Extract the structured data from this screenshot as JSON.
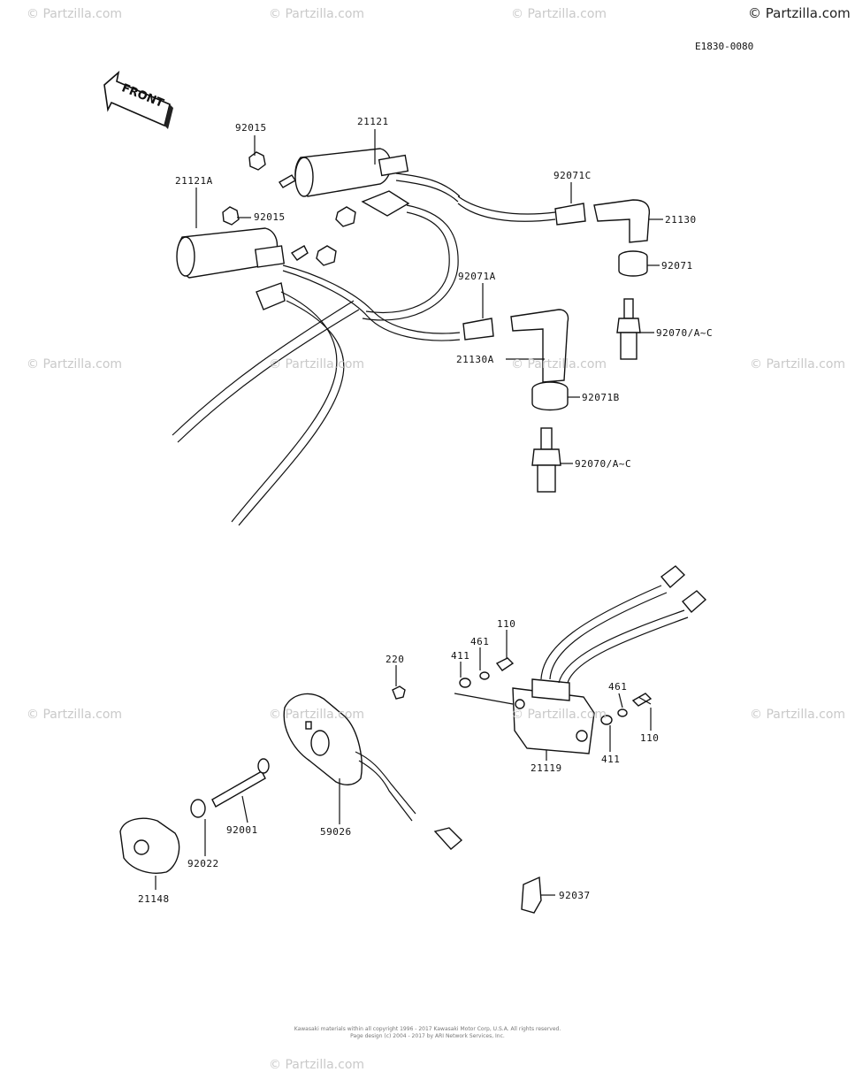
{
  "copyright": "© Partzilla.com",
  "diagram_code": "E1830-0080",
  "watermarks": [
    "© Partzilla.com",
    "© Partzilla.com",
    "© Partzilla.com",
    "© Partzilla.com",
    "© Partzilla.com",
    "© Partzilla.com",
    "© Partzilla.com",
    "© Partzilla.com",
    "© Partzilla.com",
    "© Partzilla.com",
    "© Partzilla.com",
    "© Partzilla.com"
  ],
  "front_label": "FRONT",
  "labels": {
    "p21121": "21121",
    "p92015_top": "92015",
    "p21121A": "21121A",
    "p92015_mid": "92015",
    "p92071C": "92071C",
    "p21130": "21130",
    "p92071": "92071",
    "p92071A": "92071A",
    "p92070_top": "92070/A~C",
    "p21130A": "21130A",
    "p92071B": "92071B",
    "p92070_bot": "92070/A~C",
    "p110_left": "110",
    "p461_left": "461",
    "p411_left": "411",
    "p220": "220",
    "p461_right": "461",
    "p110_right": "110",
    "p411_right": "411",
    "p21119": "21119",
    "p92001": "92001",
    "p59026": "59026",
    "p92022": "92022",
    "p21148": "21148",
    "p92037": "92037"
  },
  "footer": {
    "line1": "Kawasaki materials within all copyright 1996 - 2017 Kawasaki Motor Corp, U.S.A. All rights reserved.",
    "line2": "Page design (c) 2004 - 2017 by ARI Network Services, Inc."
  }
}
